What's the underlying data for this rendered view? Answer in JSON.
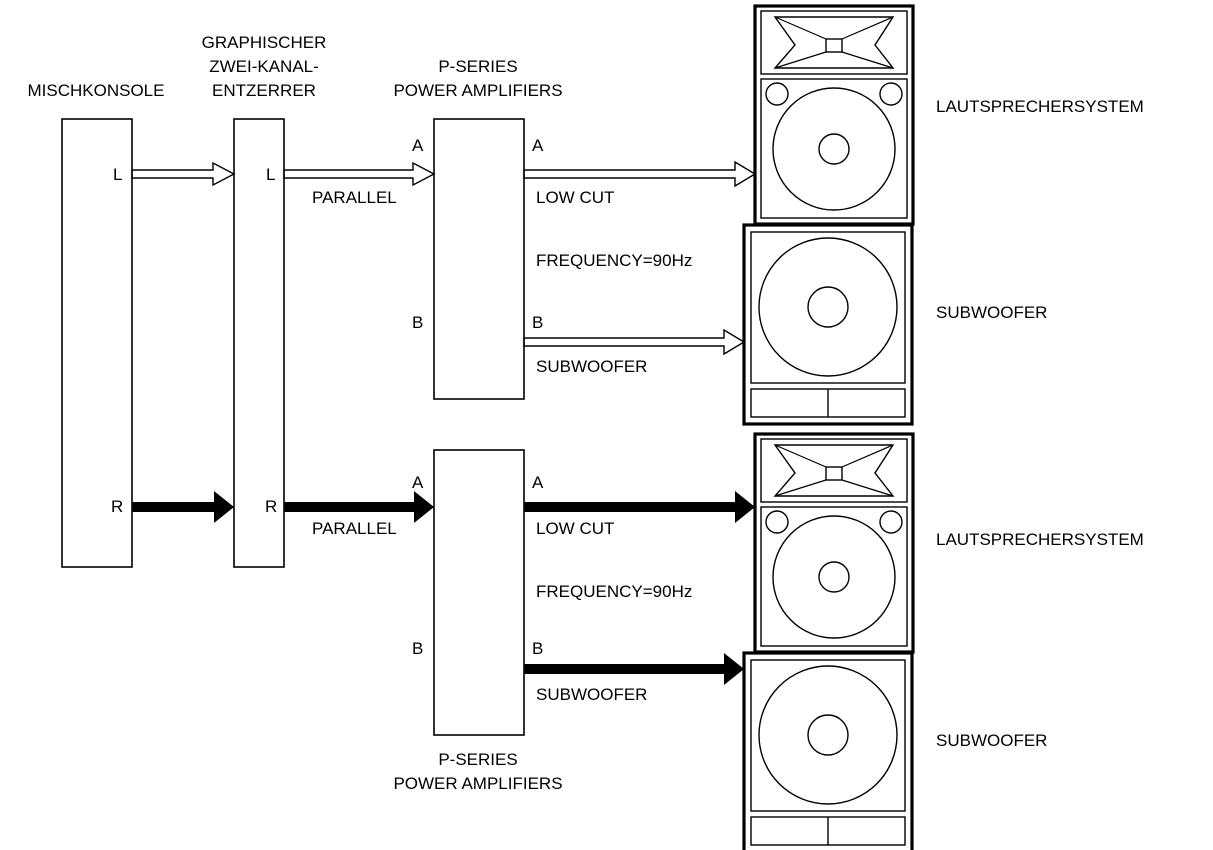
{
  "colors": {
    "line": "#000000",
    "background": "#ffffff"
  },
  "labels": {
    "mixer": "MISCHKONSOLE",
    "eq_line1": "GRAPHISCHER",
    "eq_line2": "ZWEI-KANAL-",
    "eq_line3": "ENTZERRER",
    "amp_line1": "P-SERIES",
    "amp_line2": "POWER AMPLIFIERS",
    "channel_left": "L",
    "channel_right": "R",
    "input_a": "A",
    "input_b": "B",
    "output_a": "A",
    "output_b": "B",
    "parallel": "PARALLEL",
    "low_cut": "LOW CUT",
    "frequency": "FREQUENCY=90Hz",
    "subwoofer_out": "SUBWOOFER",
    "speaker_system": "LAUTSPRECHERSYSTEM",
    "subwoofer": "SUBWOOFER"
  }
}
